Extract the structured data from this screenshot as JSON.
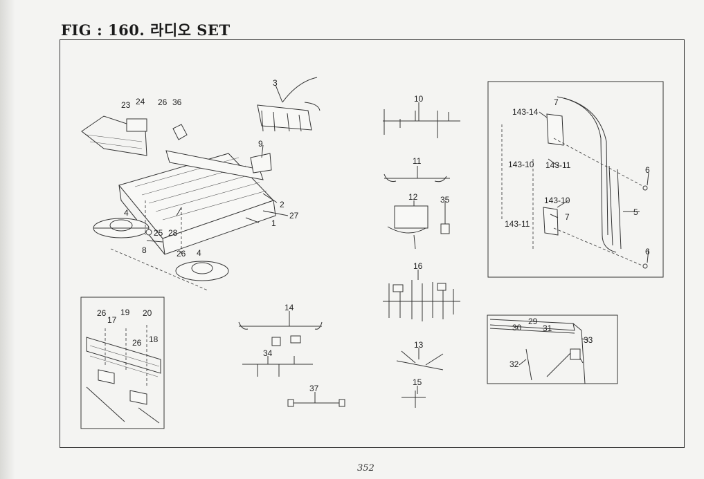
{
  "figure": {
    "title": "FIG : 160. 라디오 SET",
    "page_number": "352"
  },
  "labels": {
    "main": [
      "23",
      "24",
      "26",
      "36",
      "3",
      "9",
      "2",
      "27",
      "1",
      "4",
      "25",
      "28",
      "8",
      "26",
      "4"
    ],
    "sub_left": [
      "26",
      "17",
      "19",
      "20",
      "26",
      "18"
    ],
    "harness": [
      "10",
      "11",
      "12",
      "35",
      "16",
      "13",
      "15",
      "14",
      "34",
      "37"
    ],
    "box_right": [
      "143-14",
      "7",
      "143-10",
      "143-11",
      "143-10",
      "143-11",
      "7",
      "6",
      "5",
      "6"
    ],
    "box_small": [
      "29",
      "30",
      "31",
      "33",
      "32"
    ]
  }
}
